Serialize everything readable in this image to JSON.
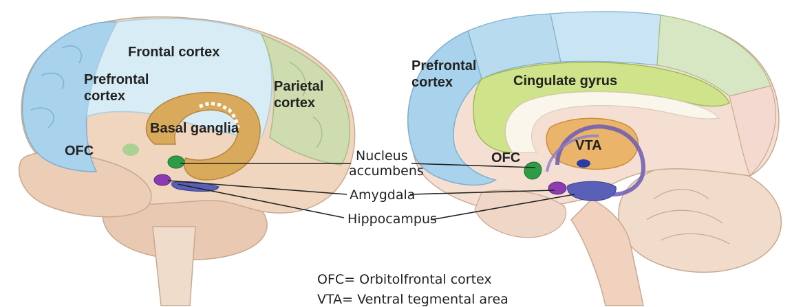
{
  "left_brain": {
    "frontal_cortex": "Frontal cortex",
    "prefrontal_cortex_line1": "Prefrontal",
    "prefrontal_cortex_line2": "cortex",
    "parietal_cortex_line1": "Parietal",
    "parietal_cortex_line2": "cortex",
    "basal_ganglia": "Basal ganglia",
    "ofc": "OFC"
  },
  "center_labels": {
    "nucleus_line1": "Nucleus",
    "nucleus_line2": "accumbens",
    "amygdala": "Amygdala",
    "hippocampus": "Hippocampus"
  },
  "right_brain": {
    "prefrontal_cortex_line1": "Prefrontal",
    "prefrontal_cortex_line2": "cortex",
    "cingulate_gyrus": "Cingulate gyrus",
    "vta": "VTA",
    "ofc": "OFC"
  },
  "legend": {
    "ofc_def": "OFC= Orbitolfrontal cortex",
    "vta_def": "VTA= Ventral tegmental area"
  },
  "colors": {
    "prefrontal_blue": "#a9d3ec",
    "frontal_light": "#d7ecf5",
    "parietal_green": "#cfdcb0",
    "cingulate_green": "#cfe38a",
    "brain_beige": "#f0d6bf",
    "basal_orange": "#d9a95c",
    "nucleus_green": "#2e9b46",
    "amygdala_purple": "#8a3cb0",
    "hippocampus_blue": "#5a5fb8"
  }
}
